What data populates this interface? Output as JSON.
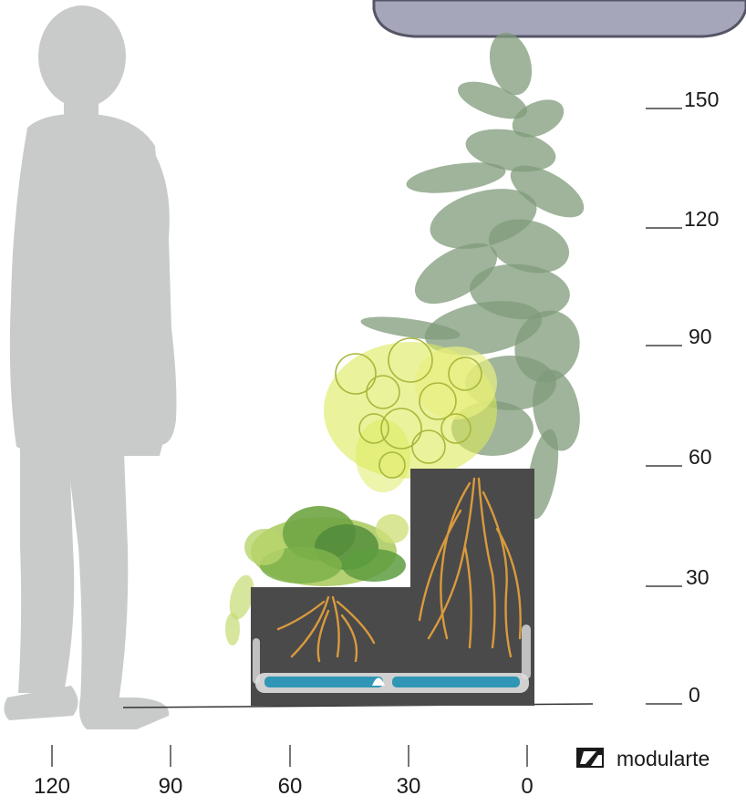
{
  "vertical_scale": {
    "labels": [
      "150",
      "120",
      "90",
      "60",
      "30",
      "0"
    ]
  },
  "horizontal_scale": {
    "labels": [
      "120",
      "90",
      "60",
      "30",
      "0"
    ]
  },
  "brand": {
    "name": "modularte"
  },
  "colors": {
    "human_silhouette": "#c9cbcb",
    "planter_box": "#4a4a4a",
    "roots": "#d99a3c",
    "water_reservoir": "#2f97b5",
    "tall_plant": "#7f9b79",
    "yellow_plant": "#dce95a",
    "small_plant": "#8dbd4b",
    "top_panel": "#a5a6ba"
  }
}
